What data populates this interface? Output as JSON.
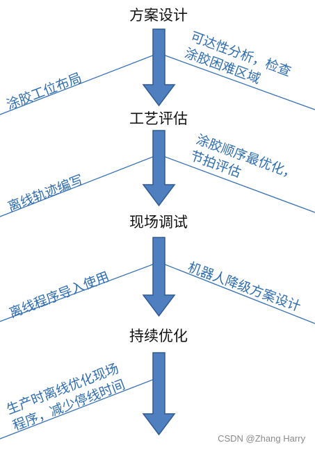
{
  "stages": [
    "方案设计",
    "工艺评估",
    "现场调试",
    "持续优化"
  ],
  "left_notes": [
    "涂胶工位布局",
    "离线轨迹编写",
    "离线程序导入使用",
    "生产时离线优化现场\n程序，减少停线时间"
  ],
  "right_notes": [
    "可达性分析，检查\n涂胶困难区域",
    "涂胶顺序最优化，\n节拍评估",
    "机器人降级方案设计"
  ],
  "watermark": "CSDN @Zhang Harry",
  "colors": {
    "arrow_fill": "#4f7fbf",
    "arrow_stroke": "#2f5a93",
    "line": "#3a73b8",
    "note_text": "#2f6db2"
  }
}
